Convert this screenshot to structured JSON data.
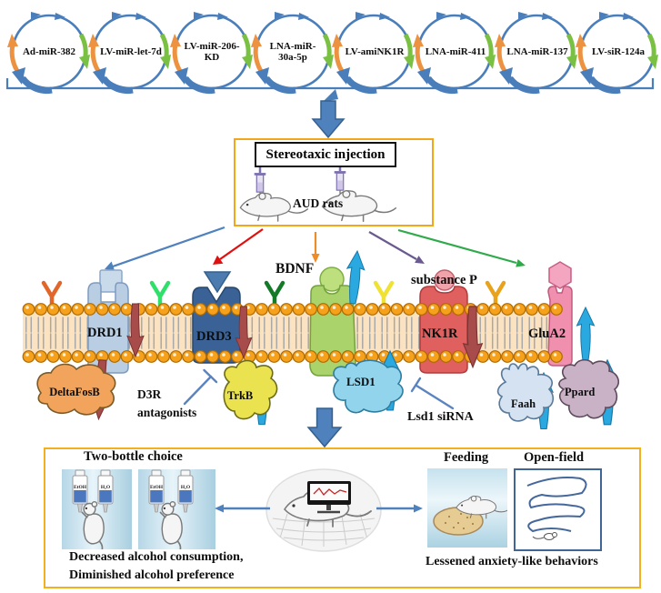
{
  "plasmids": [
    {
      "label": "Ad-miR-382"
    },
    {
      "label": "LV-miR-let-7d"
    },
    {
      "label": "LV-miR-206-KD"
    },
    {
      "label": "LNA-miR-30a-5p"
    },
    {
      "label": "LV-amiNK1R"
    },
    {
      "label": "LNA-miR-411"
    },
    {
      "label": "LNA-miR-137"
    },
    {
      "label": "LV-siR-124a"
    }
  ],
  "injection": {
    "title": "Stereotaxic injection",
    "subject_label": "AUD rats"
  },
  "membrane": {
    "drd1": "DRD1",
    "drd3": "DRD3",
    "nk1r": "NK1R",
    "glua2": "GluA2",
    "bdnf": "BDNF",
    "substance_p": "substance P"
  },
  "intracellular": {
    "deltafosb": "DeltaFosB",
    "d3r_antagonists_line1": "D3R",
    "d3r_antagonists_line2": "antagonists",
    "trkb": "TrkB",
    "lsd1": "LSD1",
    "lsd1_sirna": "Lsd1 siRNA",
    "faah": "Faah",
    "ppard": "Ppard"
  },
  "behavior": {
    "two_bottle_title": "Two-bottle choice",
    "bottle_etoh": "EtOH",
    "bottle_h2o": "H₂O",
    "alcohol_outcome_line1": "Decreased alcohol consumption,",
    "alcohol_outcome_line2": "Diminished alcohol preference",
    "feeding_title": "Feeding",
    "open_field_title": "Open-field",
    "anxiety_outcome": "Lessened anxiety-like behaviors"
  },
  "colors": {
    "vector_blue": "#4f81bd",
    "vector_red": "#e01010",
    "vector_orange": "#f08c28",
    "vector_purple": "#6a5a8e",
    "vector_green": "#2faa4a",
    "upregulation_cyan": "#2aa9e0",
    "downregulation_darkred": "#a84b4b",
    "membrane_lipid": "#f5a11c",
    "box_border_orange": "#f2a71b",
    "drd1_fill": "#b9cde3",
    "drd3_fill": "#3a6296",
    "bdnf_fill": "#abd36c",
    "nk1r_fill": "#e05f5f",
    "glua2_fill": "#f290b0",
    "deltafosb_fill": "#f2a45c",
    "trkb_fill": "#eae24e",
    "lsd1_fill": "#92d4ec",
    "faah_fill": "#d4e2f2",
    "ppard_fill": "#c9b2c6"
  }
}
